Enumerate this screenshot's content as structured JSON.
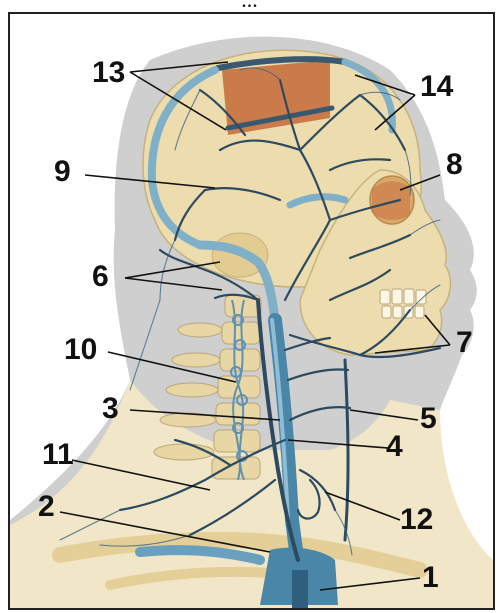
{
  "caption": "...",
  "labels": {
    "n1": "1",
    "n2": "2",
    "n3": "3",
    "n4": "4",
    "n5": "5",
    "n6": "6",
    "n7": "7",
    "n8": "8",
    "n9": "9",
    "n10": "10",
    "n11": "11",
    "n12": "12",
    "n13": "13",
    "n14": "14"
  },
  "colors": {
    "vein": "#4a86a8",
    "vein_light": "#7fb0c8",
    "vein_dark": "#2c4a60",
    "bone": "#ead8a8",
    "skin_shadow": "#c9c9c9",
    "muscle": "#c8703e"
  }
}
